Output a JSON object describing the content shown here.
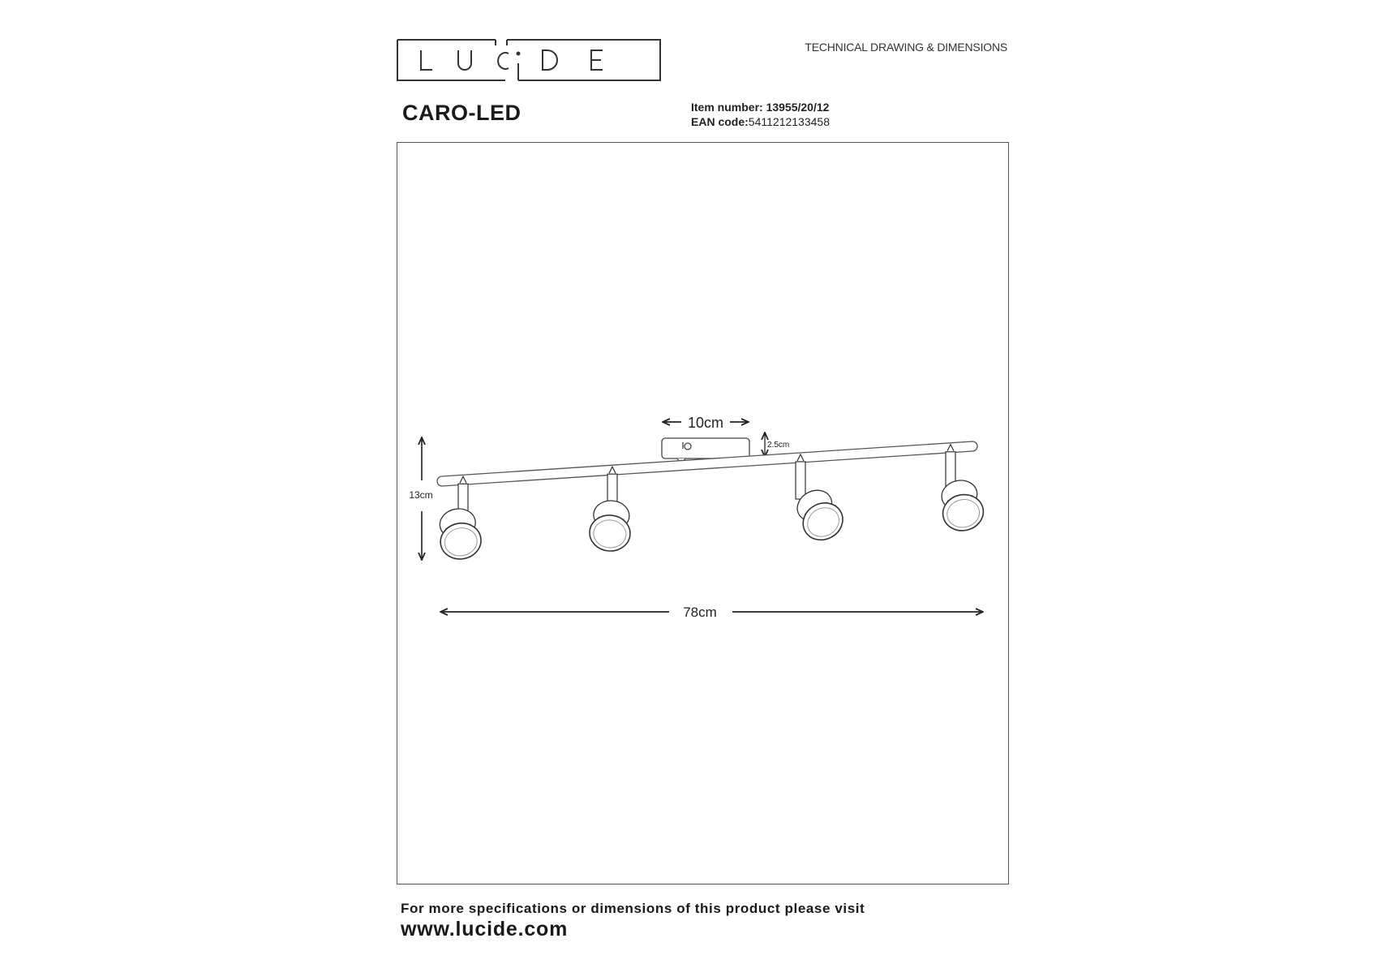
{
  "header": {
    "brand": "LUCIDE",
    "doc_type": "TECHNICAL DRAWING & DIMENSIONS",
    "product_name": "CARO-LED",
    "item_number_label": "Item number:",
    "item_number": "13955/20/12",
    "ean_label": "EAN code:",
    "ean": "5411212133458"
  },
  "drawing": {
    "canopy_width": "10cm",
    "canopy_height": "2.5cm",
    "total_height": "13cm",
    "total_length": "78cm",
    "spot_count": 4,
    "line_color": "#333333"
  },
  "footer": {
    "note": "For more specifications or dimensions of this product please visit",
    "url": "www.lucide.com"
  }
}
